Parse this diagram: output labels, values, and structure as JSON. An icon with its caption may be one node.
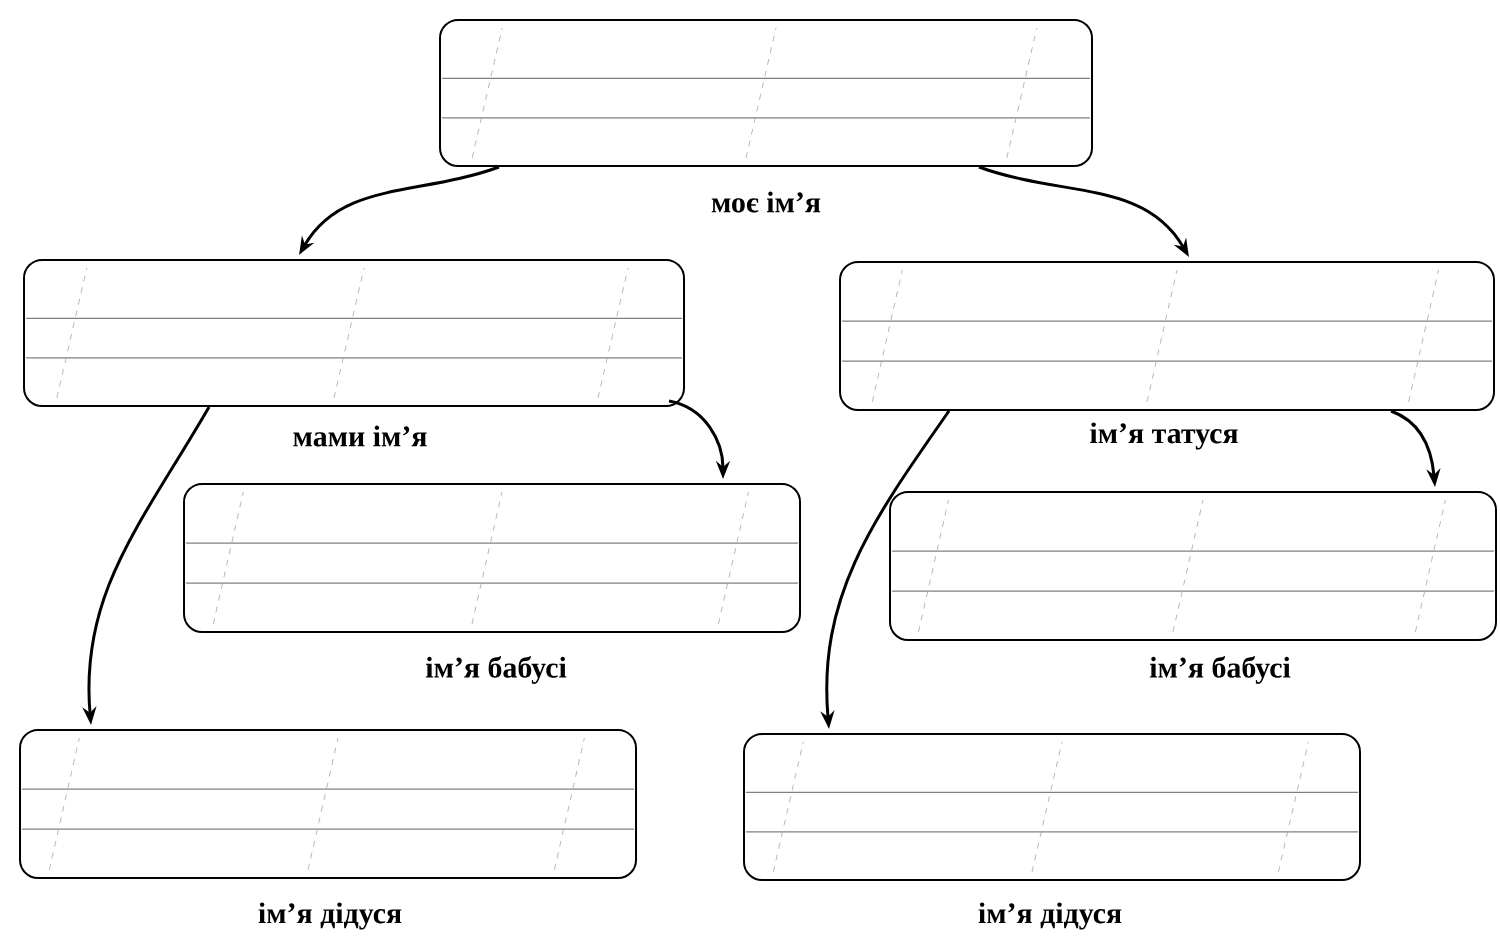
{
  "diagram": {
    "nodes": [
      {
        "text": [],
        "shape": "box",
        "beside": [
          "моє ім’я"
        ]
      },
      {
        "text": [],
        "shape": "box",
        "beside": [
          "мами ім’я"
        ]
      },
      {
        "text": [],
        "shape": "box",
        "beside": [
          "ім’я татуся"
        ]
      },
      {
        "text": [],
        "shape": "box",
        "beside": [
          "ім’я бабусі"
        ]
      },
      {
        "text": [],
        "shape": "box",
        "beside": [
          "ім’я бабусі"
        ]
      },
      {
        "text": [],
        "shape": "box",
        "beside": [
          "ім’я дідуся"
        ]
      },
      {
        "text": [],
        "shape": "box",
        "beside": [
          "ім’я дідуся"
        ]
      }
    ],
    "edges": [
      {
        "from": 0,
        "to": 1,
        "arrow": "to"
      },
      {
        "from": 0,
        "to": 2,
        "arrow": "to"
      },
      {
        "from": 1,
        "to": 3,
        "arrow": "to"
      },
      {
        "from": 1,
        "to": 5,
        "arrow": "to"
      },
      {
        "from": 2,
        "to": 4,
        "arrow": "to"
      },
      {
        "from": 2,
        "to": 6,
        "arrow": "to"
      }
    ]
  }
}
